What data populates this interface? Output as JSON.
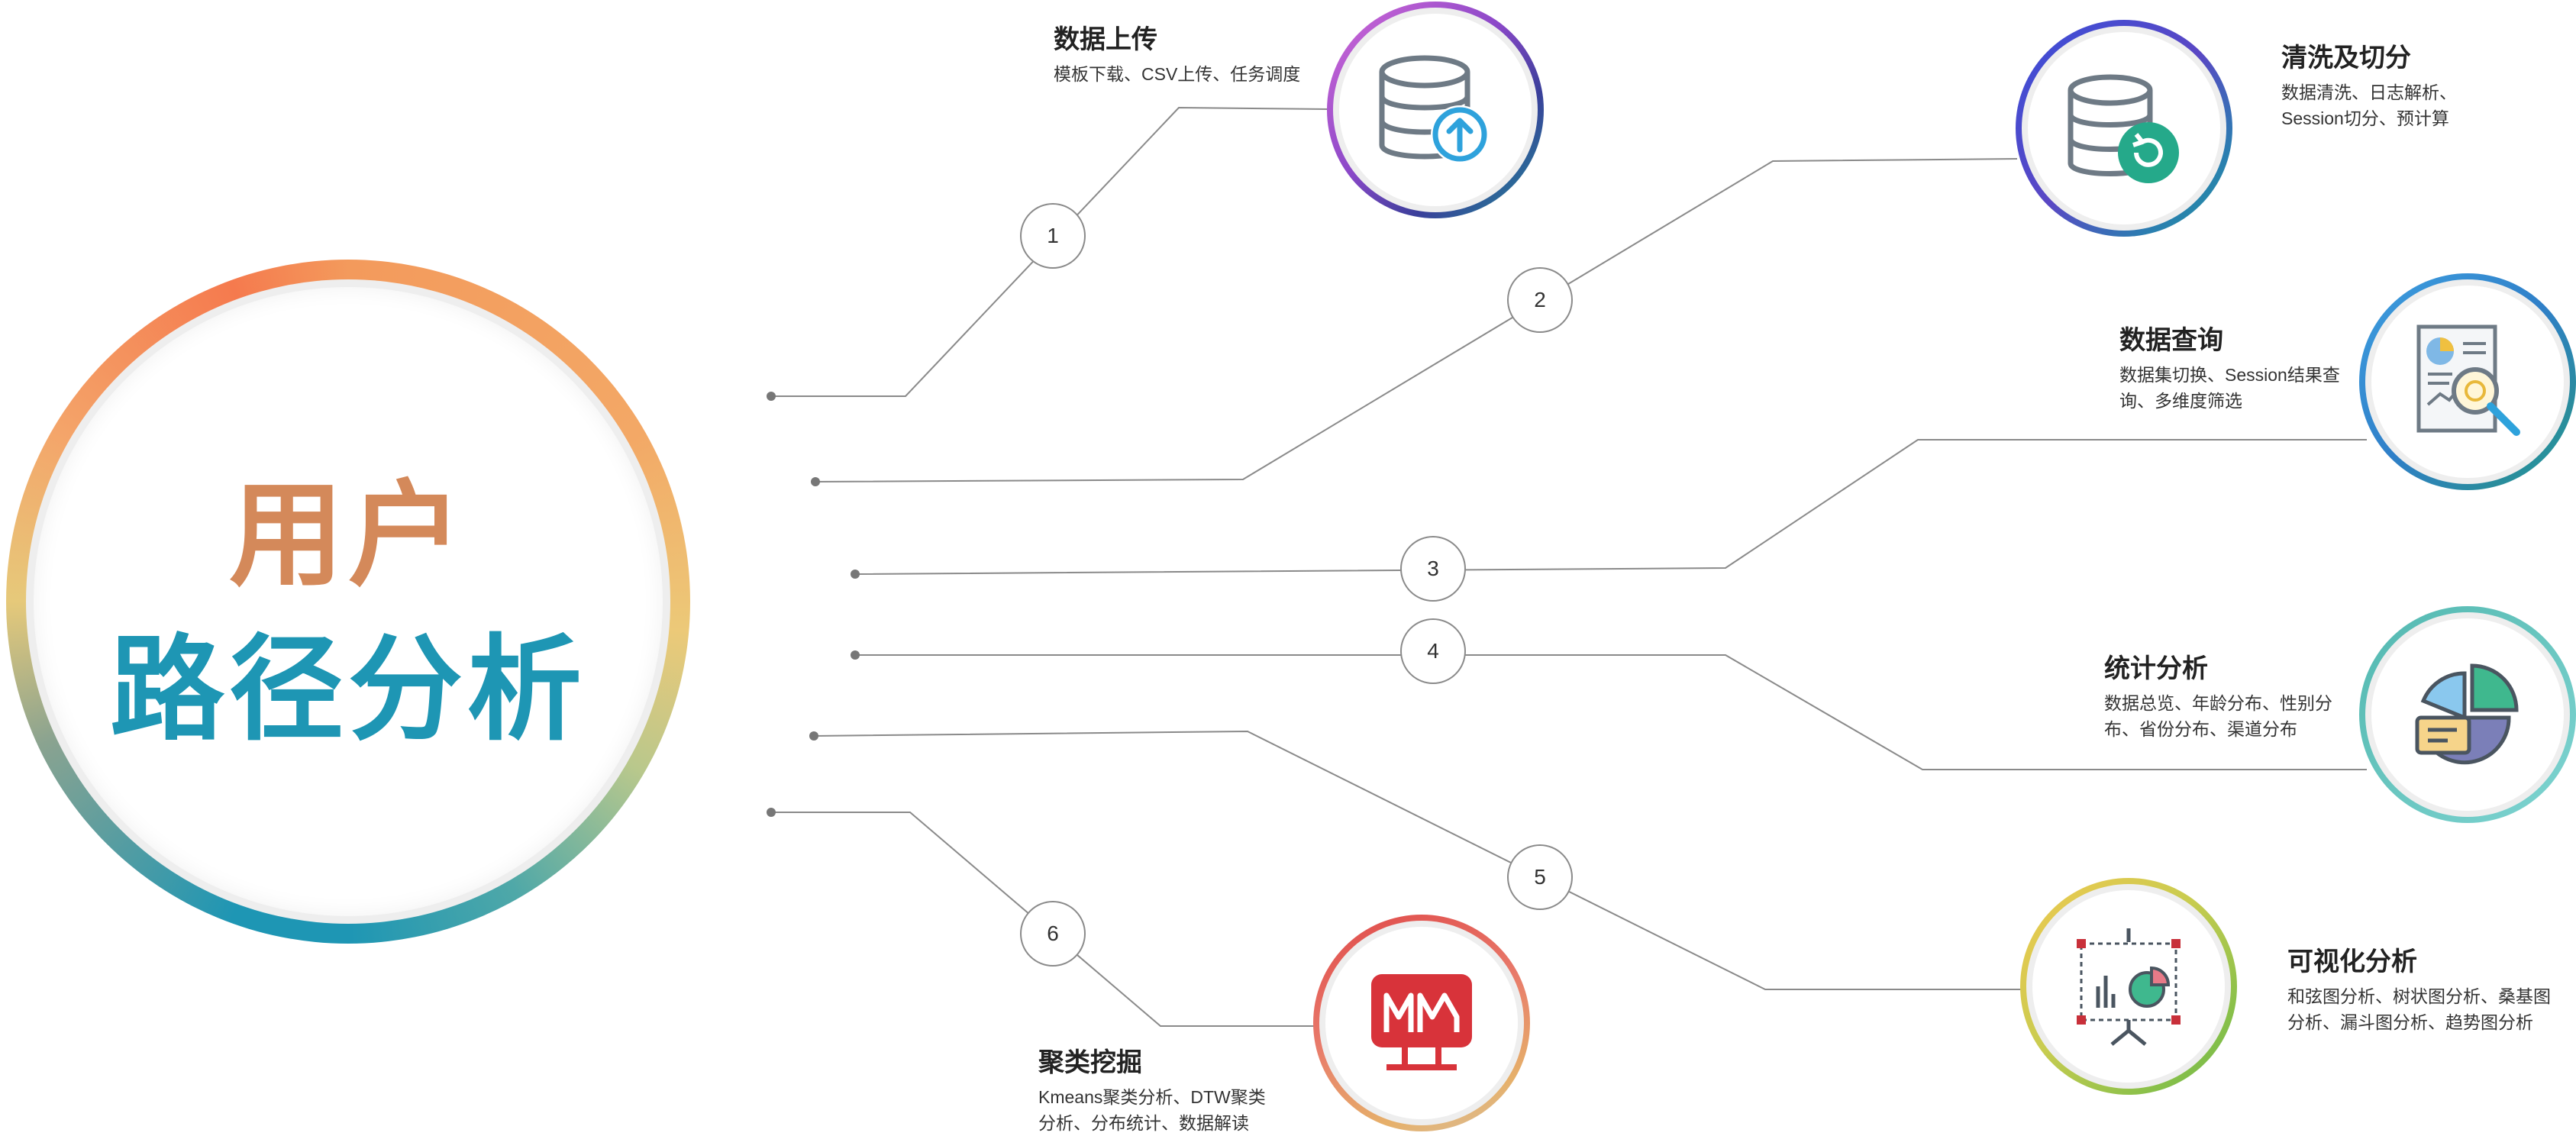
{
  "hub": {
    "line1": "用户",
    "line2": "路径分析"
  },
  "steps": [
    {
      "number": "1",
      "title": "数据上传",
      "desc": "模板下载、CSV上传、任务调度"
    },
    {
      "number": "2",
      "title": "清洗及切分",
      "desc": "数据清洗、日志解析、Session切分、预计算"
    },
    {
      "number": "",
      "title": "数据查询",
      "desc": "数据集切换、Session结果查询、多维度筛选"
    },
    {
      "number": "3",
      "title": "",
      "desc": ""
    },
    {
      "number": "4",
      "title": "统计分析",
      "desc": "数据总览、年龄分布、性别分布、省份分布、渠道分布"
    },
    {
      "number": "5",
      "title": "可视化分析",
      "desc": "和弦图分析、树状图分析、桑基图分析、漏斗图分析、趋势图分析"
    },
    {
      "number": "6",
      "title": "聚类挖掘",
      "desc": "Kmeans聚类分析、DTW聚类分析、分布统计、数据解读"
    }
  ],
  "icons": {
    "upload": "database-upload-icon",
    "clean": "database-refresh-icon",
    "query": "document-search-icon",
    "stats": "pie-chart-icon",
    "visual": "presentation-chart-icon",
    "cluster": "monitor-chart-icon"
  },
  "colors": {
    "hub_title_top": "#d4895a",
    "hub_title_bottom": "#1e96b4",
    "connector": "#8a8a8a"
  }
}
